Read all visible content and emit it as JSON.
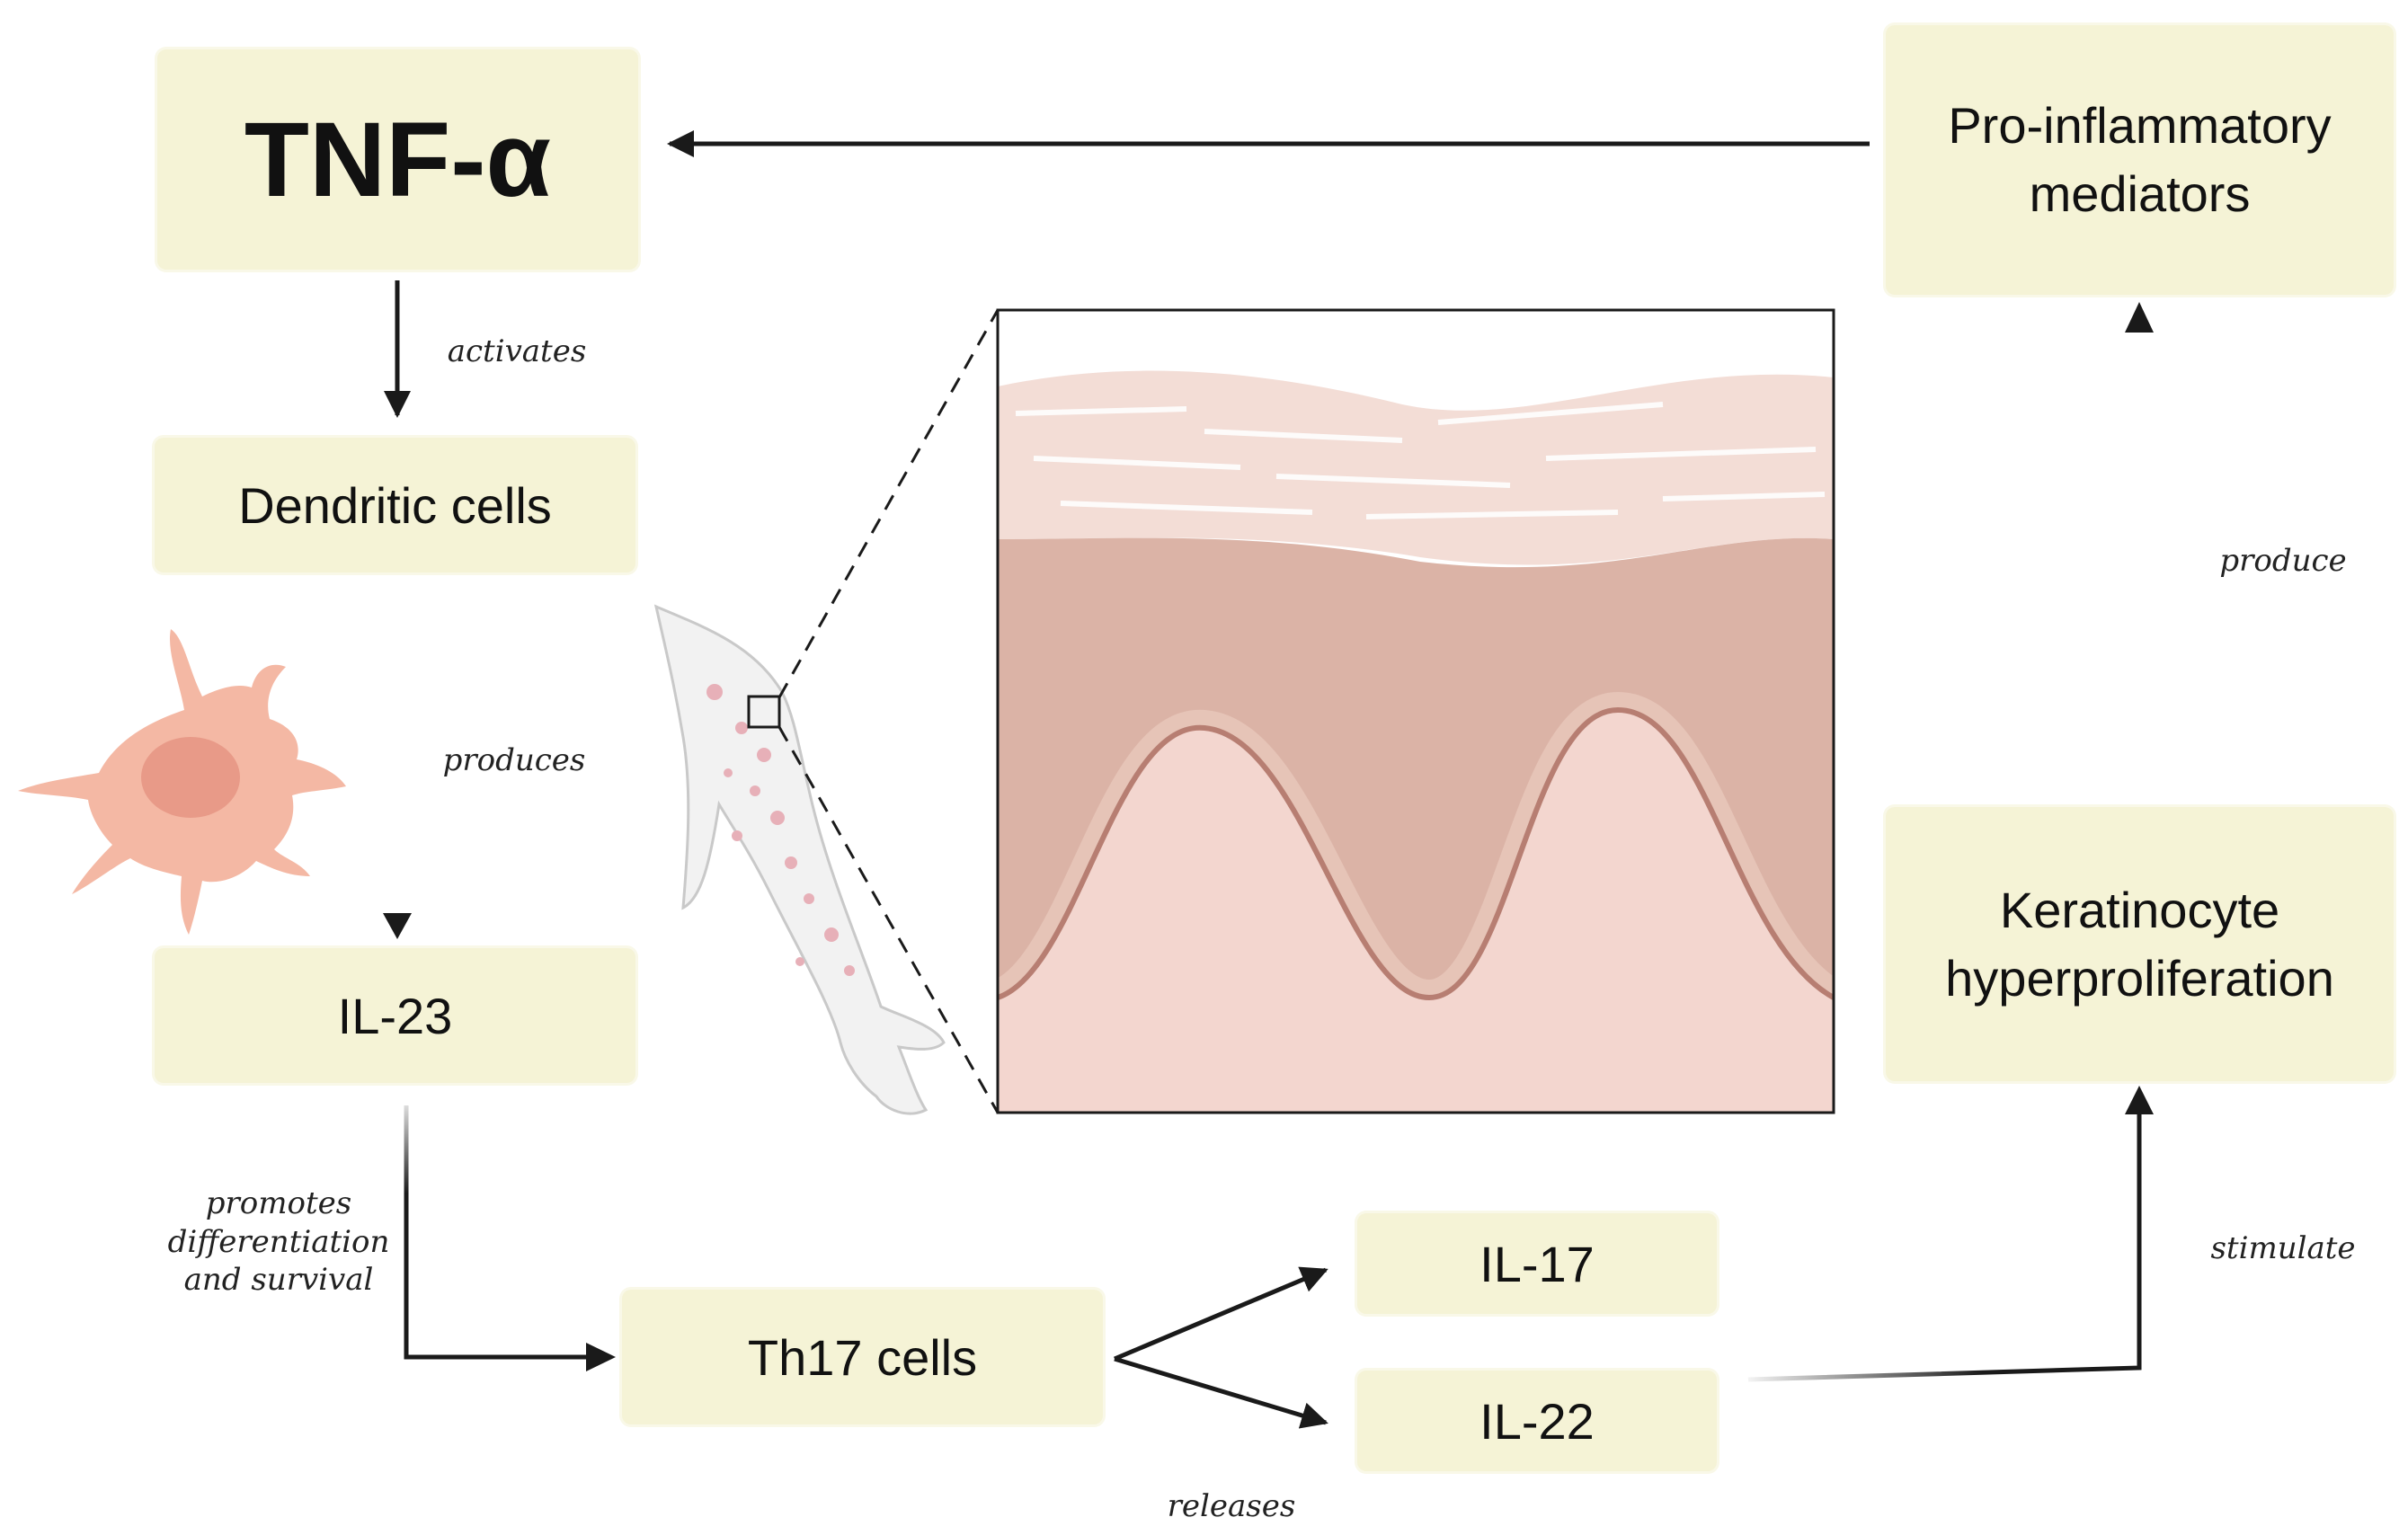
{
  "nodes": {
    "tnf": "TNF-α",
    "dendritic": "Dendritic cells",
    "il23": "IL-23",
    "th17": "Th17 cells",
    "il17": "IL-17",
    "il22": "IL-22",
    "keratinocyte_line1": "Keratinocyte",
    "keratinocyte_line2": "hyperproliferation",
    "proinflam_line1": "Pro-inflammatory",
    "proinflam_line2": "mediators"
  },
  "edges": {
    "activates": "activates",
    "produces": "produces",
    "promotes_line1": "promotes",
    "promotes_line2": "differentiation",
    "promotes_line3": "and survival",
    "releases": "releases",
    "stimulate": "stimulate",
    "produce": "produce"
  },
  "colors": {
    "box_fill": "#f5f3d6",
    "arrow": "#1a1a1a",
    "skin_surface": "#f3ddd6",
    "skin_layer": "#dbb3a6",
    "skin_dermis": "#f3d6cf",
    "cell": "#f4b8a4"
  }
}
